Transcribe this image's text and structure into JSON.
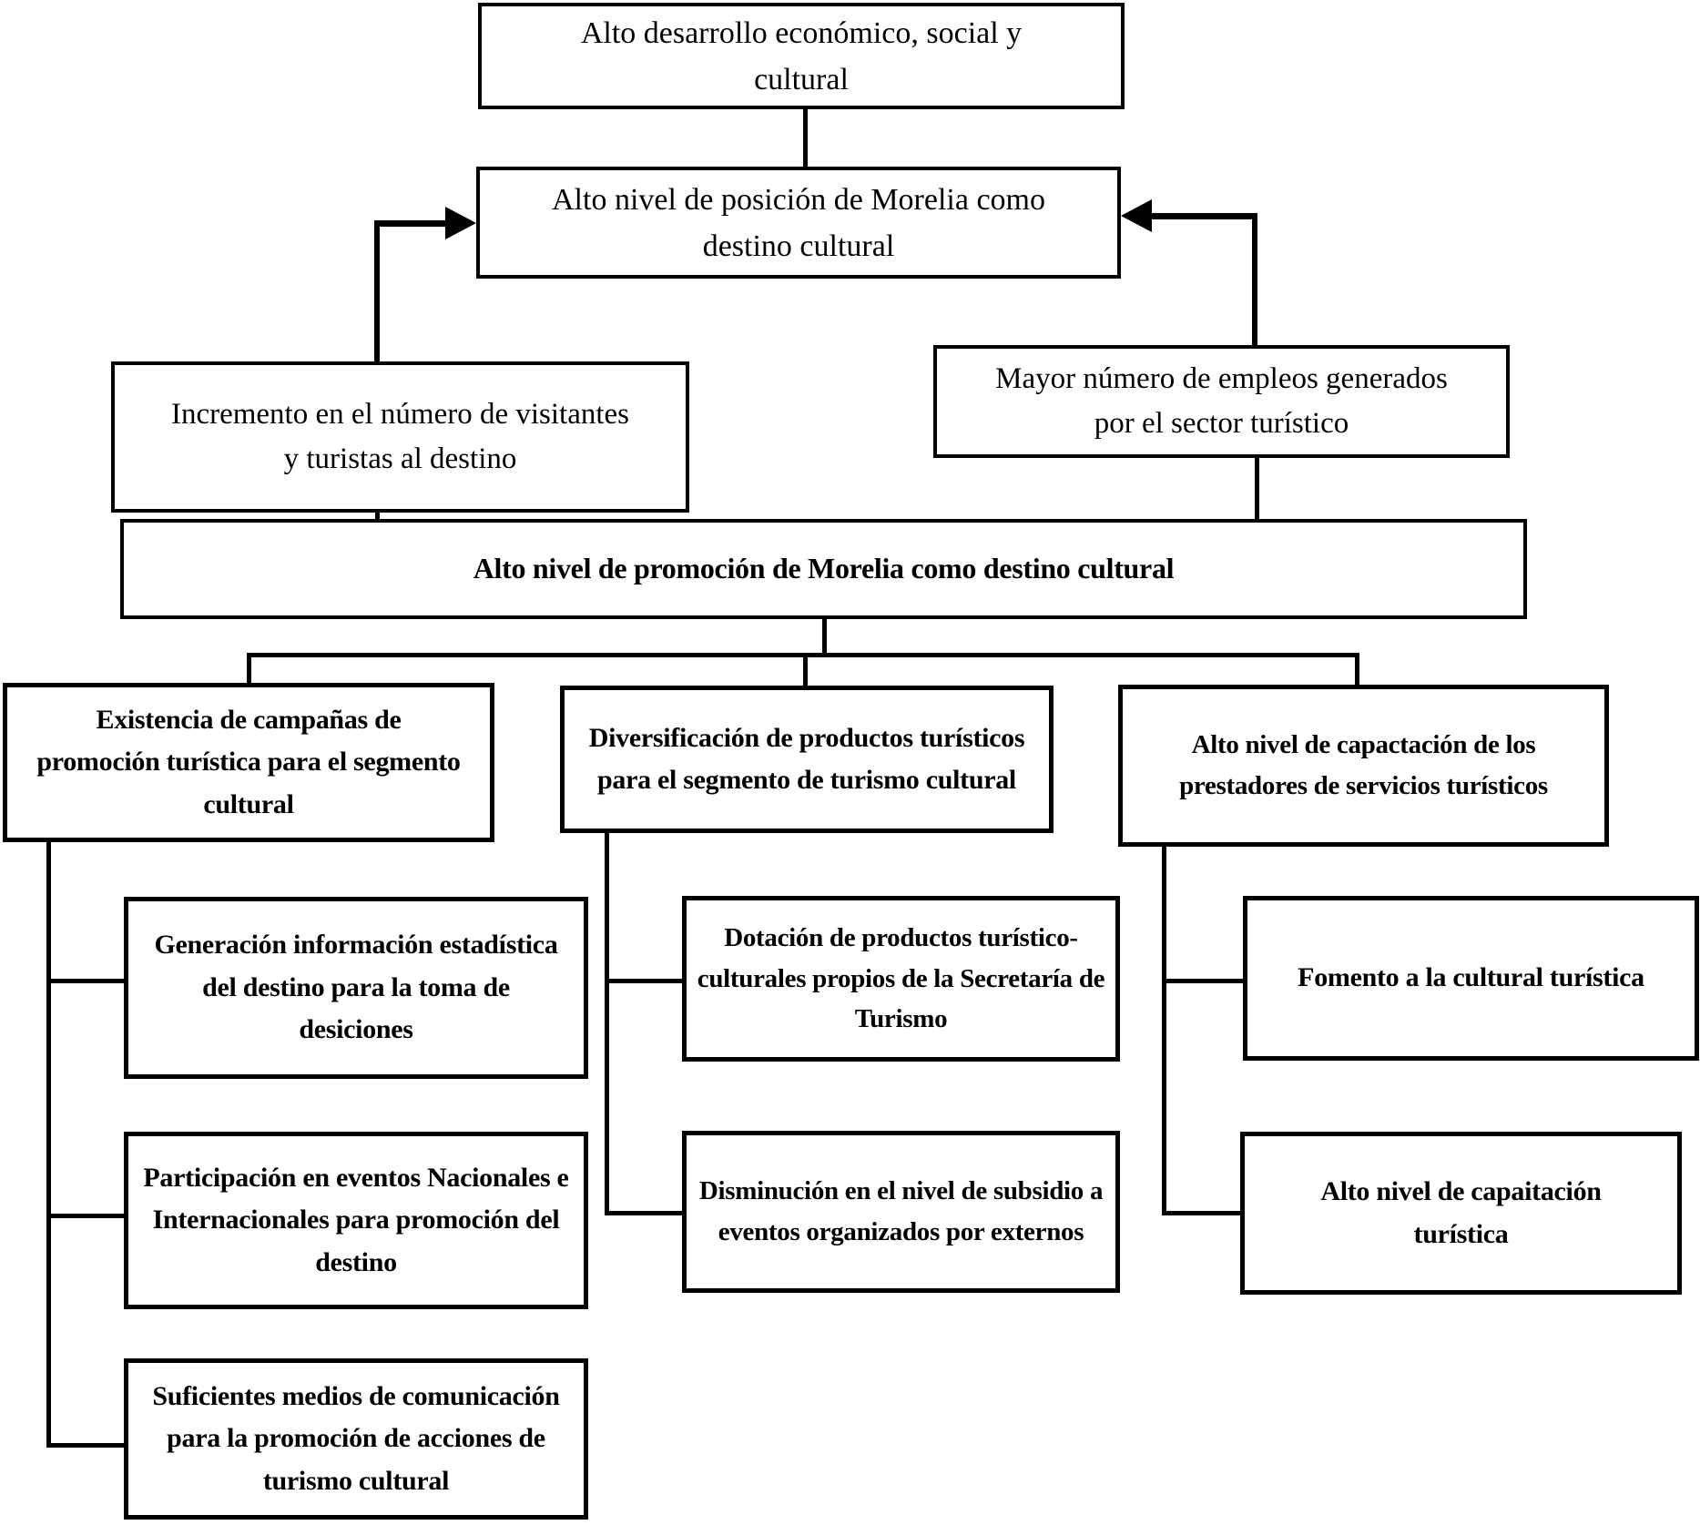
{
  "diagram": {
    "type": "objective-tree-flowchart",
    "language": "es",
    "colors": {
      "line": "#000000",
      "box_border": "#000000",
      "box_fill": "#ffffff",
      "text": "#000000"
    },
    "nodes": {
      "goal": "Alto desarrollo económico, social y cultural",
      "purpose": "Alto nivel de posición de Morelia como destino cultural",
      "outcome_left": "Incremento en el número de visitantes y turistas al destino",
      "outcome_right": "Mayor número de empleos generados por el sector turístico",
      "component": "Alto nivel de promoción de Morelia como destino cultural",
      "branch1": "Existencia de campañas de promoción turística para el segmento cultural",
      "branch2": "Diversificación de productos turísticos para el segmento de turismo cultural",
      "branch3": "Alto nivel de capactación de los prestadores de servicios turísticos",
      "branch1_child1": "Generación información estadística del destino para la toma de desiciones",
      "branch1_child2": "Participación en eventos Nacionales e Internacionales para promoción del destino",
      "branch1_child3": "Suficientes medios de comunicación para la promoción de acciones de turismo cultural",
      "branch2_child1": "Dotación de productos turístico-culturales propios de la Secretaría de Turismo",
      "branch2_child2": "Disminución en el nivel de subsidio a eventos organizados por externos",
      "branch3_child1": "Fomento a la cultural turística",
      "branch3_child2": "Alto nivel de capaitación turística"
    }
  }
}
